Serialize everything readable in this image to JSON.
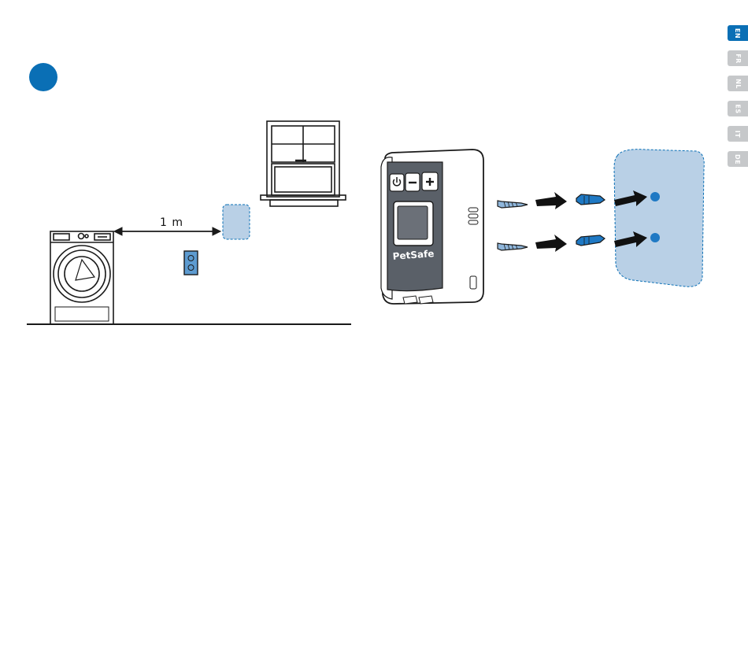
{
  "languages": [
    {
      "code": "EN",
      "active": true
    },
    {
      "code": "FR",
      "active": false
    },
    {
      "code": "NL",
      "active": false
    },
    {
      "code": "ES",
      "active": false
    },
    {
      "code": "IT",
      "active": false
    },
    {
      "code": "DE",
      "active": false
    }
  ],
  "illustration_left": {
    "distance_label": "1 m"
  },
  "illustration_right": {
    "device_brand": "PetSafe",
    "device_buttons": [
      "power-icon",
      "minus-icon",
      "plus-icon"
    ]
  },
  "colors": {
    "accent_blue": "#0a6fb5",
    "wall_area_fill": "#b9d0e6",
    "tab_inactive": "#c6c8ca",
    "outline": "#1a1a1a"
  }
}
